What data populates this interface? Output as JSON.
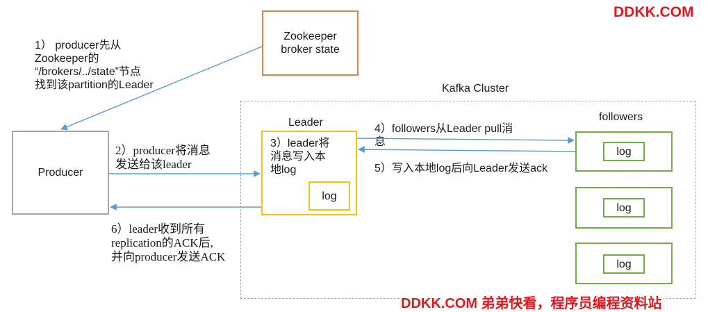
{
  "watermark_top": "DDKK.COM",
  "watermark_bottom": "DDKK.COM 弟弟快看，程序员编程资料站",
  "zookeeper": {
    "label": "Zookeeper\nbroker state"
  },
  "producer": {
    "label": "Producer"
  },
  "cluster": {
    "label": "Kafka Cluster"
  },
  "leader": {
    "title": "Leader",
    "note": "3）leader将\n消息写入本\n地log",
    "log": "log"
  },
  "followers": {
    "title": "followers",
    "logs": [
      "log",
      "log",
      "log"
    ]
  },
  "steps": {
    "s1": "1） producer先从\nZookeeper的\n“/brokers/../state”节点\n找到该partition的Leader",
    "s2": "2）producer将消息\n发送给该leader",
    "s4": "4）followers从Leader pull消\n息",
    "s5": "5）写入本地log后向Leader发送ack",
    "s6": "6）leader收到所有\nreplication的ACK后,\n并向producer发送ACK"
  },
  "colors": {
    "zookeeper_border": "#ed7d31",
    "leader_border": "#f2c318",
    "follower_border": "#70ad47",
    "producer_border": "#a6a6a6",
    "cluster_border": "#a6a6a6",
    "arrow": "#5b9bd5",
    "watermark": "#e8141c"
  }
}
